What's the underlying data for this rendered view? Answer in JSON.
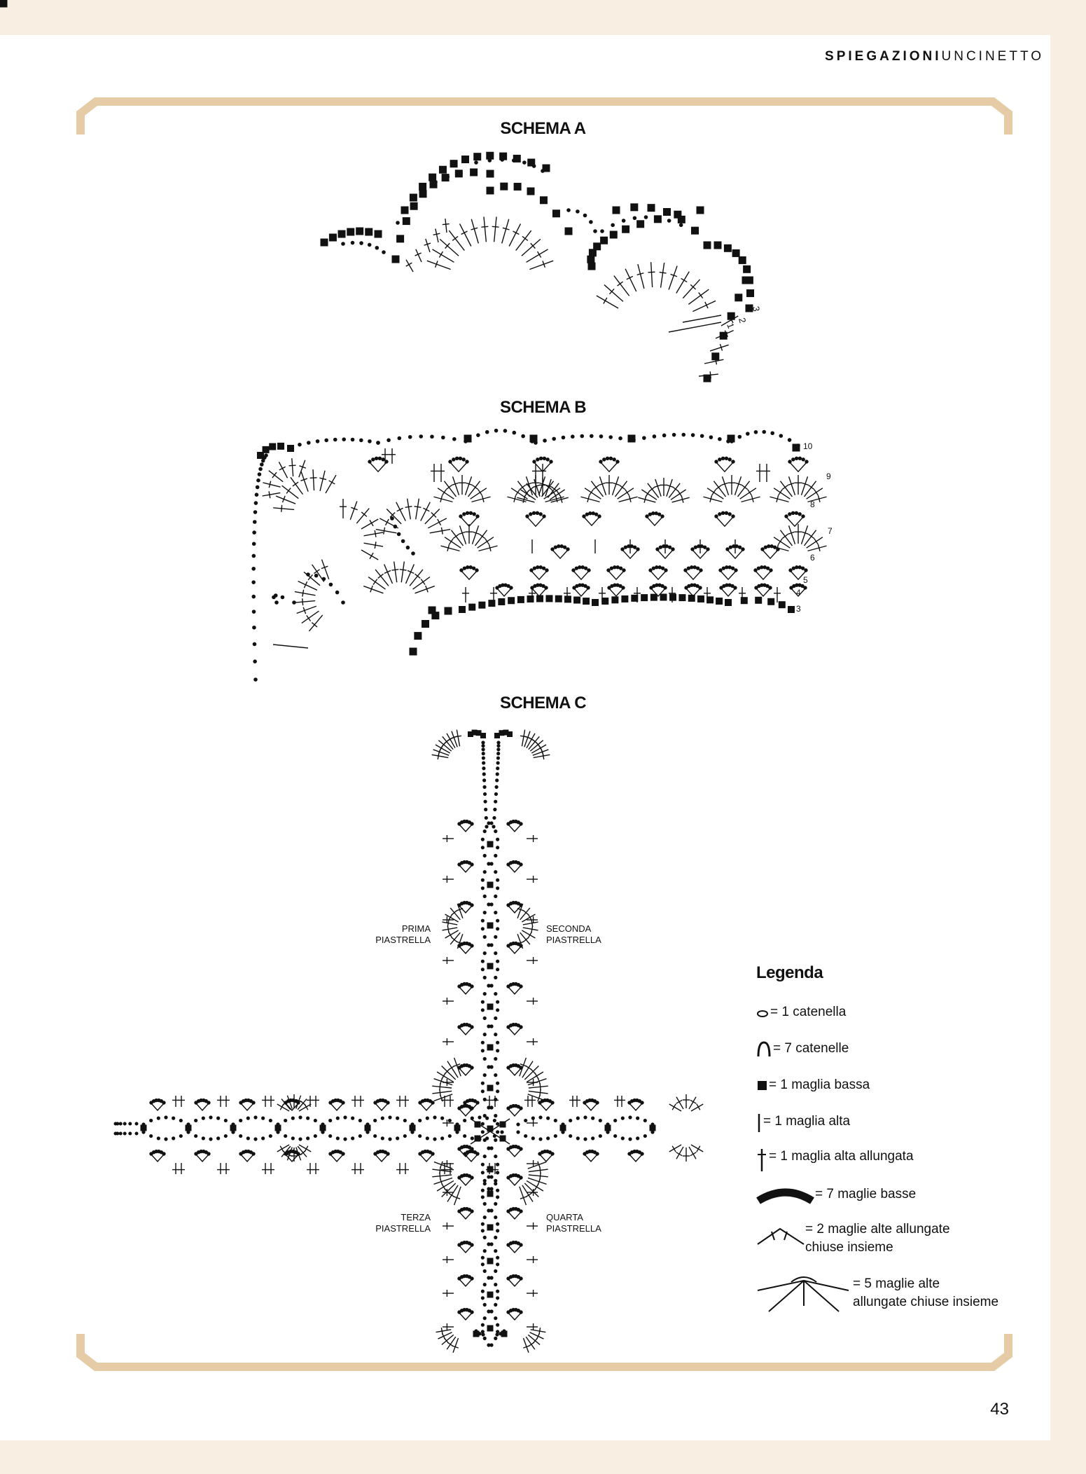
{
  "running_head": {
    "bold": "SPIEGAZIONI",
    "light": "UNCINETTO"
  },
  "schemas": {
    "a_title": "SCHEMA A",
    "a_row_numbers": [
      "3",
      "2",
      "1"
    ],
    "b_title": "SCHEMA B",
    "b_row_numbers": [
      "10",
      "9",
      "8",
      "7",
      "6",
      "5",
      "4",
      "3"
    ],
    "c_title": "SCHEMA C"
  },
  "tiles": {
    "first": [
      "PRIMA",
      "PIASTRELLA"
    ],
    "second": [
      "SECONDA",
      "PIASTRELLA"
    ],
    "third": [
      "TERZA",
      "PIASTRELLA"
    ],
    "fourth": [
      "QUARTA",
      "PIASTRELLA"
    ]
  },
  "legend": {
    "title": "Legenda",
    "items": [
      {
        "icon": "chain-stitch-icon",
        "text": "= 1 catenella"
      },
      {
        "icon": "chain-arc-icon",
        "text": "= 7 catenelle"
      },
      {
        "icon": "single-crochet-icon",
        "text": "= 1 maglia bassa"
      },
      {
        "icon": "double-crochet-icon",
        "text": "= 1 maglia alta"
      },
      {
        "icon": "treble-crochet-icon",
        "text": "= 1 maglia alta allungata"
      },
      {
        "icon": "seven-single-crochet-icon",
        "text": "= 7 maglie basse"
      },
      {
        "icon": "two-treble-together-icon",
        "text": "= 2 maglie alte allungate",
        "text2": "chiuse insieme"
      },
      {
        "icon": "five-treble-together-icon",
        "text": "= 5 maglie alte",
        "text2": "allungate chiuse insieme"
      }
    ]
  },
  "colors": {
    "frame": "#e6cba7",
    "background": "#f8efe2",
    "ink": "#111111"
  },
  "page_number": "43"
}
